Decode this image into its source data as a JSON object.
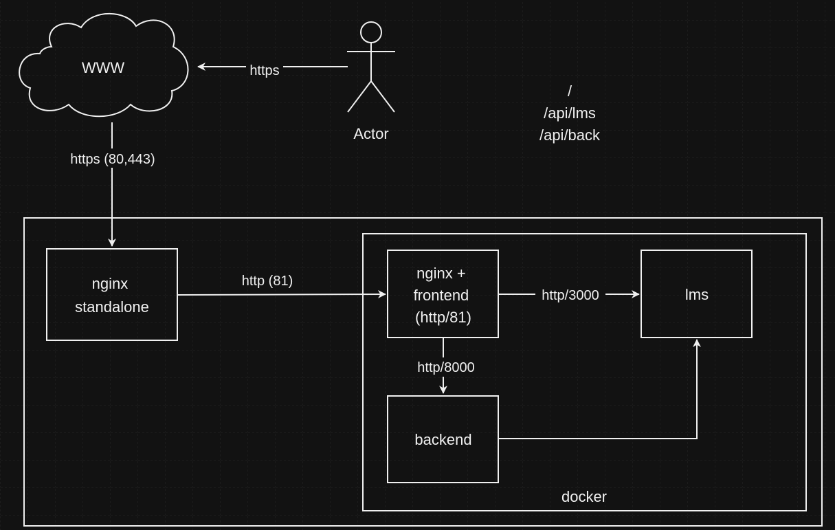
{
  "nodes": {
    "www": "WWW",
    "actor": "Actor",
    "nginx_standalone": [
      "nginx",
      "standalone"
    ],
    "nginx_frontend": [
      "nginx +",
      "frontend",
      "(http/81)"
    ],
    "lms": "lms",
    "backend": "backend",
    "docker": "docker"
  },
  "edges": {
    "actor_to_www": "https",
    "www_to_nginx": "https (80,443)",
    "nginx_to_frontend": "http (81)",
    "frontend_to_lms": "http/3000",
    "frontend_to_backend": "http/8000"
  },
  "routes": [
    "/",
    "/api/lms",
    "/api/back"
  ],
  "colors": {
    "background": "#121212",
    "grid": "#262626",
    "stroke": "#f0f0f0",
    "text": "#f0f0f0"
  }
}
